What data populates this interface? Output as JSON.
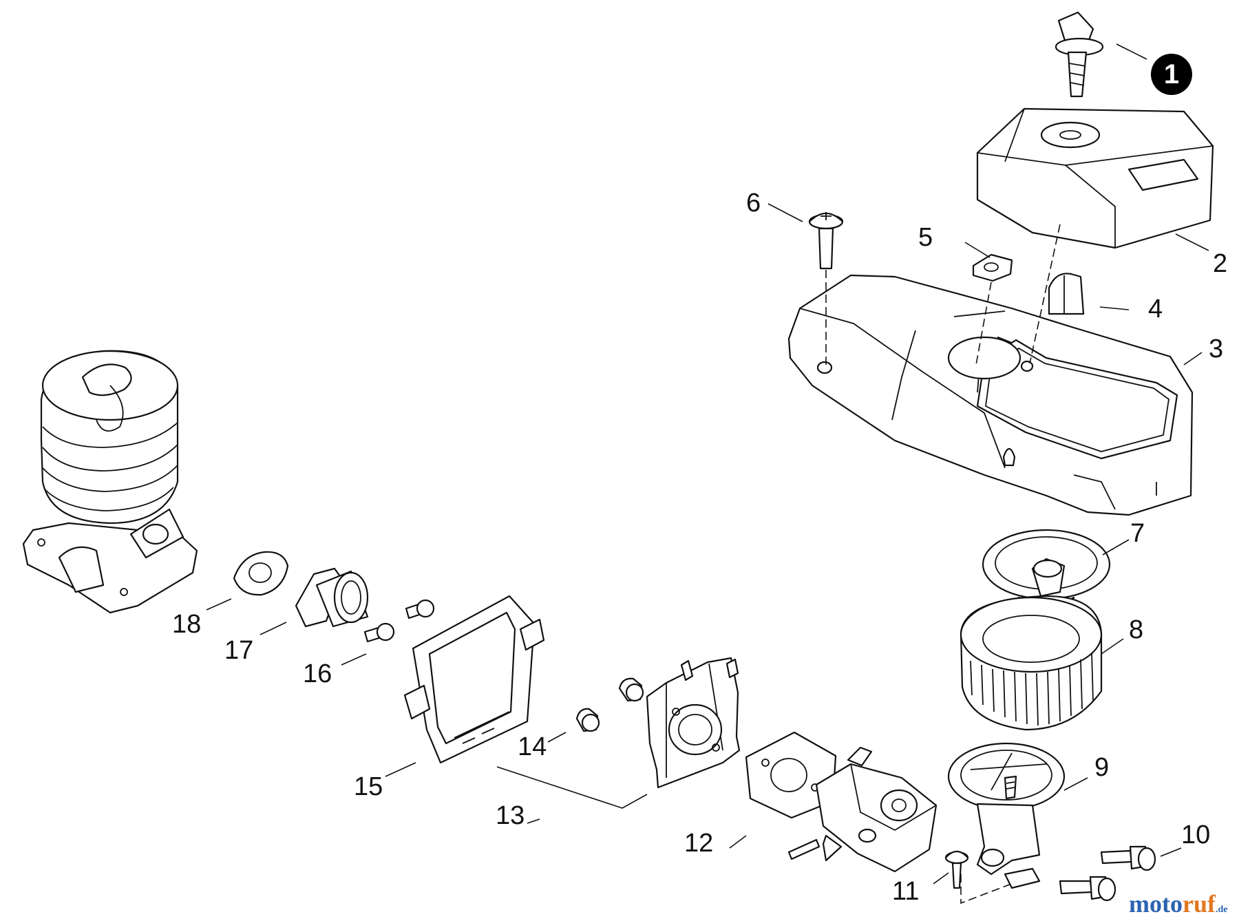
{
  "callouts": {
    "p1": "1",
    "p2": "2",
    "p3": "3",
    "p4": "4",
    "p5": "5",
    "p6": "6",
    "p7": "7",
    "p8": "8",
    "p9": "9",
    "p10": "10",
    "p11": "11",
    "p12": "12",
    "p13": "13",
    "p14": "14",
    "p15": "15",
    "p16": "16",
    "p17": "17",
    "p18": "18"
  },
  "watermark": {
    "part1": "moto",
    "part2": "ruf",
    "part3": ".de"
  },
  "colors": {
    "ink": "#111111",
    "badge": "#000000",
    "watermark_blue": "#2b63b0",
    "watermark_orange": "#e2771f"
  }
}
